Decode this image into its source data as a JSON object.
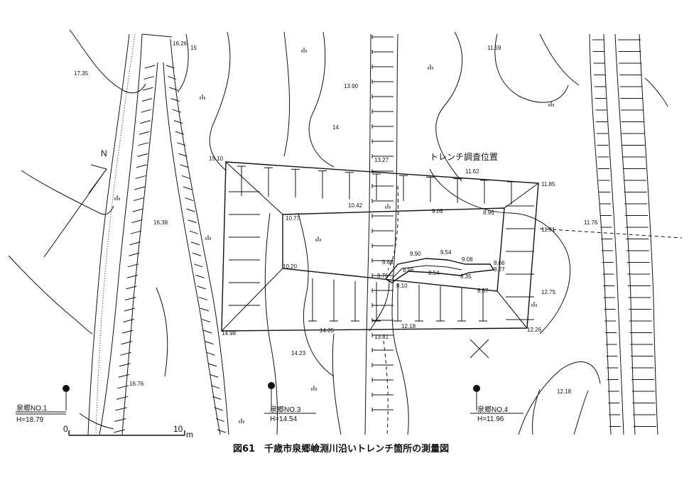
{
  "title": "図61　千歳市泉郷嶮淵川沿いトレンチ箇所の測量図",
  "trench_label": "トレンチ調査位置",
  "north": "N",
  "scale": {
    "start": "0",
    "end": "10",
    "unit": "m"
  },
  "benchmarks": [
    {
      "name": "泉郷NO.1",
      "height": "H=18.79"
    },
    {
      "name": "泉郷NO.3",
      "height": "H=14.54"
    },
    {
      "name": "泉郷NO.4",
      "height": "H=11.96"
    }
  ],
  "elevations": {
    "e1": "16.26",
    "e2": "17.35",
    "e3": "11.59",
    "e4": "13.90",
    "e5": "15.10",
    "e6": "13.27",
    "e7": "11.62",
    "e8": "11.85",
    "e9": "10.42",
    "e10": "9.06",
    "e11": "8.96",
    "e12": "10.77",
    "e13": "11.91",
    "e14": "11.76",
    "e15": "16.38",
    "e16": "9.68",
    "e17": "9.90",
    "e18": "9.54",
    "e19": "9.08",
    "e20": "8.66",
    "e21": "8.27",
    "e22": "9.76",
    "e23": "8.96",
    "e24": "8.54",
    "e25": "8.35",
    "e26": "10.20",
    "e27": "8.10",
    "e28": "8.57",
    "e29": "12.75",
    "e30": "14.98",
    "e31": "14.05",
    "e32": "12.18",
    "e33": "13.81",
    "e34": "12.26",
    "e35": "14.23",
    "e36": "16.76",
    "e37": "12.18"
  },
  "contours": {
    "c15": "15",
    "c14": "14"
  }
}
